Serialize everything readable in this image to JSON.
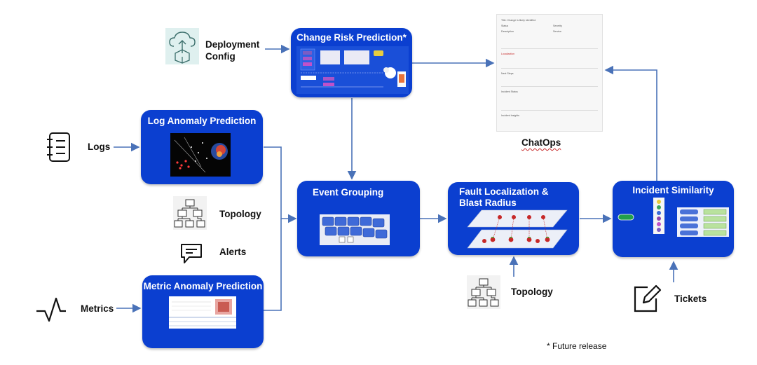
{
  "pipeline": {
    "change_risk": {
      "title": "Change Risk Prediction*"
    },
    "log_anomaly": {
      "title": "Log  Anomaly Prediction"
    },
    "metric_anomaly": {
      "title": "Metric  Anomaly Prediction"
    },
    "event_grouping": {
      "title": "Event Grouping"
    },
    "fault_localization": {
      "title_line1": "Fault Localization &",
      "title_line2": "Blast Radius"
    },
    "incident_similarity": {
      "title": "Incident Similarity"
    }
  },
  "inputs": {
    "deployment": {
      "line1": "Deployment",
      "line2": "Config"
    },
    "logs": "Logs",
    "topology_left": "Topology",
    "alerts": "Alerts",
    "metrics": "Metrics",
    "topology_bottom": "Topology",
    "tickets": "Tickets"
  },
  "chatops": {
    "label": "ChatOps",
    "panel_lines": [
      "Title: Change is likely identified",
      "Status",
      "Severity",
      "Description",
      "Service",
      "Localization",
      "Next Steps",
      "Incident Status",
      "Incident Insights"
    ]
  },
  "footnote": "* Future release",
  "colors": {
    "box_blue": "#0b3fd0",
    "arrow": "#4a72b8",
    "accent_red": "#c62828"
  },
  "icons": {
    "deployment": "cloud-upload-box-icon",
    "logs": "notebook-list-icon",
    "topology": "hierarchy-tree-icon",
    "alerts": "chat-bubble-icon",
    "metrics": "pulse-line-icon",
    "tickets": "edit-document-icon"
  }
}
